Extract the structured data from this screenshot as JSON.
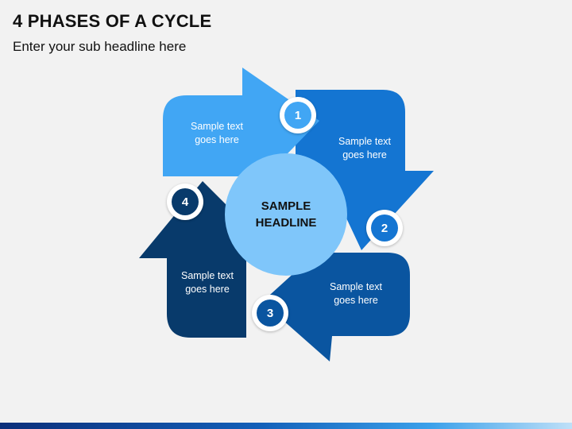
{
  "header": {
    "title": "4 PHASES OF A CYCLE",
    "subtitle": "Enter your sub headline here"
  },
  "center": {
    "line1": "SAMPLE",
    "line2": "HEADLINE"
  },
  "phases": [
    {
      "number": "1",
      "line1": "Sample text",
      "line2": "goes here",
      "color": "#41a6f4"
    },
    {
      "number": "2",
      "line1": "Sample text",
      "line2": "goes here",
      "color": "#1475d2"
    },
    {
      "number": "3",
      "line1": "Sample text",
      "line2": "goes here",
      "color": "#0a55a0"
    },
    {
      "number": "4",
      "line1": "Sample text",
      "line2": "goes here",
      "color": "#083a6b"
    }
  ]
}
